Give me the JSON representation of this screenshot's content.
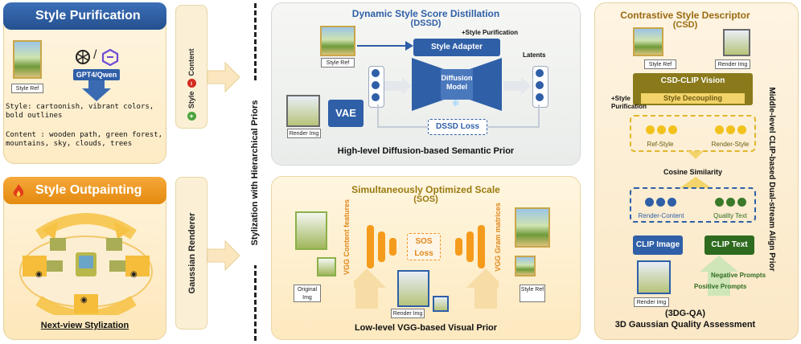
{
  "purification": {
    "title": "Style Purification",
    "style_ref": "Style Ref",
    "model": "GPT4/Qwen",
    "style_line": "Style: cartoonish, vibrant colors, bold outlines",
    "content_line": "Content : wooden path, green forest, mountains, sky, clouds, trees"
  },
  "outpainting": {
    "title": "Style Outpainting",
    "caption": "Next-view Stylization"
  },
  "connectors": {
    "style_word": "Style",
    "content_word": "Content",
    "renderer": "Gaussian Renderer",
    "vertical_title": "Stylization with Hierarchical Priors"
  },
  "dssd": {
    "title": "Dynamic Style Score Distillation",
    "abbr": "(DSSD)",
    "plus_purification": "+Style Purification",
    "style_ref": "Style Ref",
    "style_adapter": "Style Adapter",
    "latents": "Latents",
    "diffusion": "Diffusion Model",
    "vae": "VAE",
    "render_img": "Render Img",
    "loss": "DSSD Loss",
    "footer": "High-level Diffusion-based Semantic Prior"
  },
  "sos": {
    "title": "Simultaneously Optimized Scale",
    "abbr": "(SOS)",
    "vgg_left": "VGG Content features",
    "vgg_right": "VGG Gram matrices",
    "loss": "SOS Loss",
    "original": "Original Img",
    "render_img": "Render Img",
    "style_ref": "Style Ref",
    "footer": "Low-level VGG-based Visual Prior"
  },
  "csd": {
    "title": "Contrastive Style Descriptor",
    "abbr": "(CSD)",
    "style_ref": "Style Ref",
    "render_img": "Render Img",
    "vision": "CSD-CLIP Vision",
    "decoupling": "Style Decoupling",
    "plus_purification": "+Style Purification",
    "ref_style": "Ref-Style",
    "render_style": "Render-Style",
    "cosine": "Cosine Similarity",
    "render_content": "Render-Content",
    "quality_text": "Quality Text",
    "clip_image": "CLIP Image",
    "clip_text": "CLIP Text",
    "negative": "Negative Prompts",
    "positive": "Positive Prompts",
    "render_img2": "Render Img",
    "qa_abbr": "(3DG-QA)",
    "qa_title": "3D Gaussian Quality Assessment",
    "side_title": "Middle-level CLIP-based Dual-stream Align Prior"
  },
  "colors": {
    "blue_header": "#2f5fa7",
    "orange_header": "#f29a1c",
    "panel_bg": "#fbf3df",
    "accent_orange": "#f59b1c",
    "olive": "#7a6a1a",
    "green": "#2e6b1f"
  },
  "icons": [
    "openai-icon",
    "qwen-icon",
    "flame-icon",
    "sparkle-icon",
    "camera-icon",
    "snowflake-icon",
    "plus-icon",
    "minus-icon"
  ]
}
